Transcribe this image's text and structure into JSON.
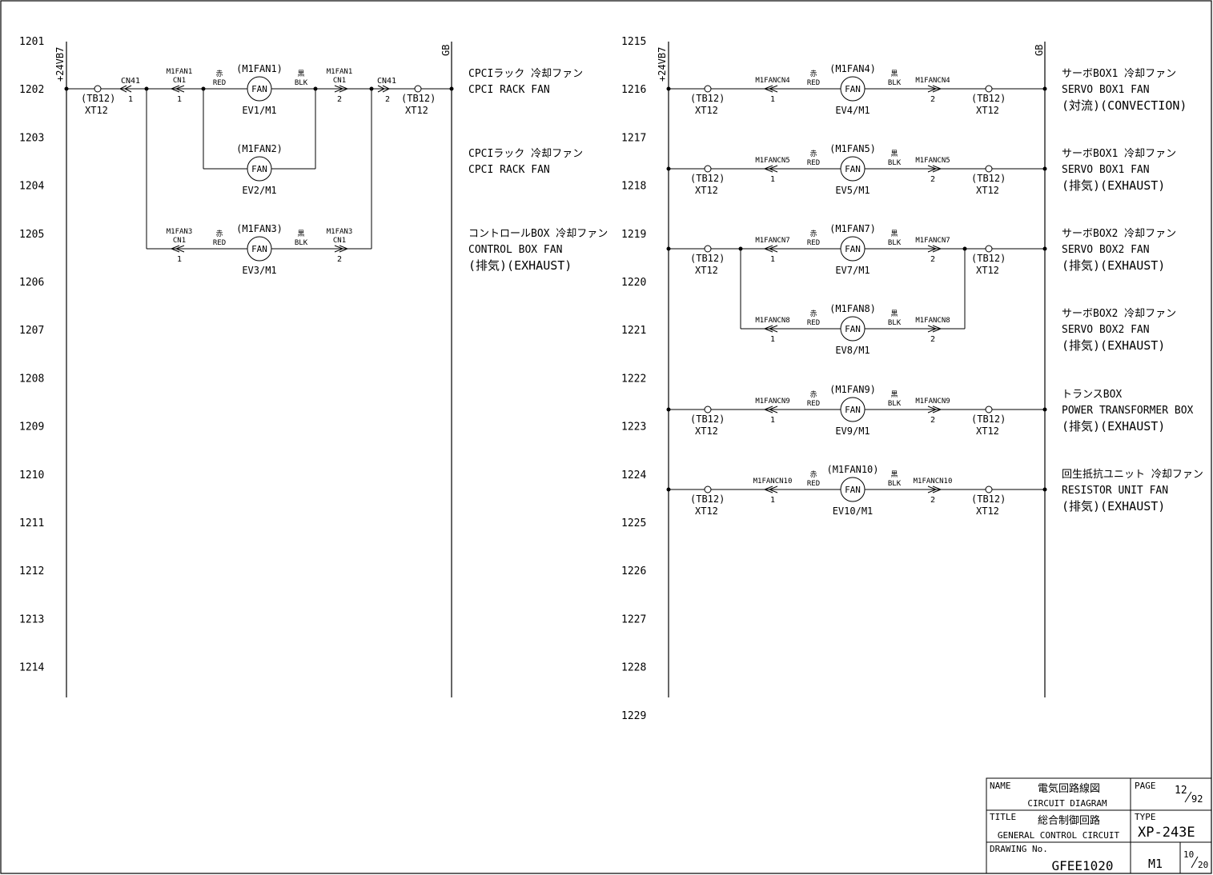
{
  "left_rungs": [
    "1201",
    "1202",
    "1203",
    "1204",
    "1205",
    "1206",
    "1207",
    "1208",
    "1209",
    "1210",
    "1211",
    "1212",
    "1213",
    "1214"
  ],
  "right_rungs": [
    "1215",
    "1216",
    "1217",
    "1218",
    "1219",
    "1220",
    "1221",
    "1222",
    "1223",
    "1224",
    "1225",
    "1226",
    "1227",
    "1228",
    "1229"
  ],
  "rails": {
    "plus": "+24VB7",
    "gb": "GB"
  },
  "common": {
    "red_jp": "赤",
    "red": "RED",
    "blk_jp": "黒",
    "blk": "BLK",
    "fan": "FAN",
    "tb": "(TB12)",
    "xt": "XT12",
    "pin1": "1",
    "pin2": "2"
  },
  "left_fans": [
    {
      "id": "(M1FAN1)",
      "ev": "EV1/M1",
      "cn_left": [
        "M1FAN1",
        "CN1"
      ],
      "cn_right": [
        "M1FAN1",
        "CN1"
      ],
      "desc": [
        "CPCIラック 冷却ファン",
        "CPCI RACK FAN"
      ]
    },
    {
      "id": "(M1FAN2)",
      "ev": "EV2/M1",
      "desc": [
        "CPCIラック 冷却ファン",
        "CPCI RACK FAN"
      ]
    },
    {
      "id": "(M1FAN3)",
      "ev": "EV3/M1",
      "cn_left": [
        "M1FAN3",
        "CN1"
      ],
      "cn_right": [
        "M1FAN3",
        "CN1"
      ],
      "desc": [
        "コントロールBOX 冷却ファン",
        "CONTROL BOX FAN",
        "(排気)(EXHAUST)"
      ]
    }
  ],
  "left_cn41": "CN41",
  "right_fans": [
    {
      "id": "(M1FAN4)",
      "ev": "EV4/M1",
      "cn": "M1FANCN4",
      "desc": [
        "サーボBOX1 冷却ファン",
        "SERVO BOX1 FAN",
        "(対流)(CONVECTION)"
      ]
    },
    {
      "id": "(M1FAN5)",
      "ev": "EV5/M1",
      "cn": "M1FANCN5",
      "desc": [
        "サーボBOX1 冷却ファン",
        "SERVO BOX1 FAN",
        "(排気)(EXHAUST)"
      ]
    },
    {
      "id": "(M1FAN7)",
      "ev": "EV7/M1",
      "cn": "M1FANCN7",
      "desc": [
        "サーボBOX2 冷却ファン",
        "SERVO BOX2 FAN",
        "(排気)(EXHAUST)"
      ]
    },
    {
      "id": "(M1FAN8)",
      "ev": "EV8/M1",
      "cn": "M1FANCN8",
      "desc": [
        "サーボBOX2 冷却ファン",
        "SERVO BOX2 FAN",
        "(排気)(EXHAUST)"
      ]
    },
    {
      "id": "(M1FAN9)",
      "ev": "EV9/M1",
      "cn": "M1FANCN9",
      "desc": [
        "トランスBOX",
        "POWER TRANSFORMER BOX",
        "(排気)(EXHAUST)"
      ]
    },
    {
      "id": "(M1FAN10)",
      "ev": "EV10/M1",
      "cn": "M1FANCN10",
      "desc": [
        "回生抵抗ユニット 冷却ファン",
        "RESISTOR UNIT FAN",
        "(排気)(EXHAUST)"
      ]
    }
  ],
  "title_block": {
    "name_label": "NAME",
    "name_jp": "電気回路線図",
    "name_en": "CIRCUIT DIAGRAM",
    "page_label": "PAGE",
    "page_num": "12",
    "page_total": "92",
    "title_label": "TITLE",
    "title_jp": "総合制御回路",
    "title_en": "GENERAL CONTROL CIRCUIT",
    "type_label": "TYPE",
    "type_value": "XP-243E",
    "drawing_label": "DRAWING No.",
    "drawing_value": "GFEE1020",
    "sheet_code": "M1",
    "sheet_num": "10",
    "sheet_total": "20"
  }
}
